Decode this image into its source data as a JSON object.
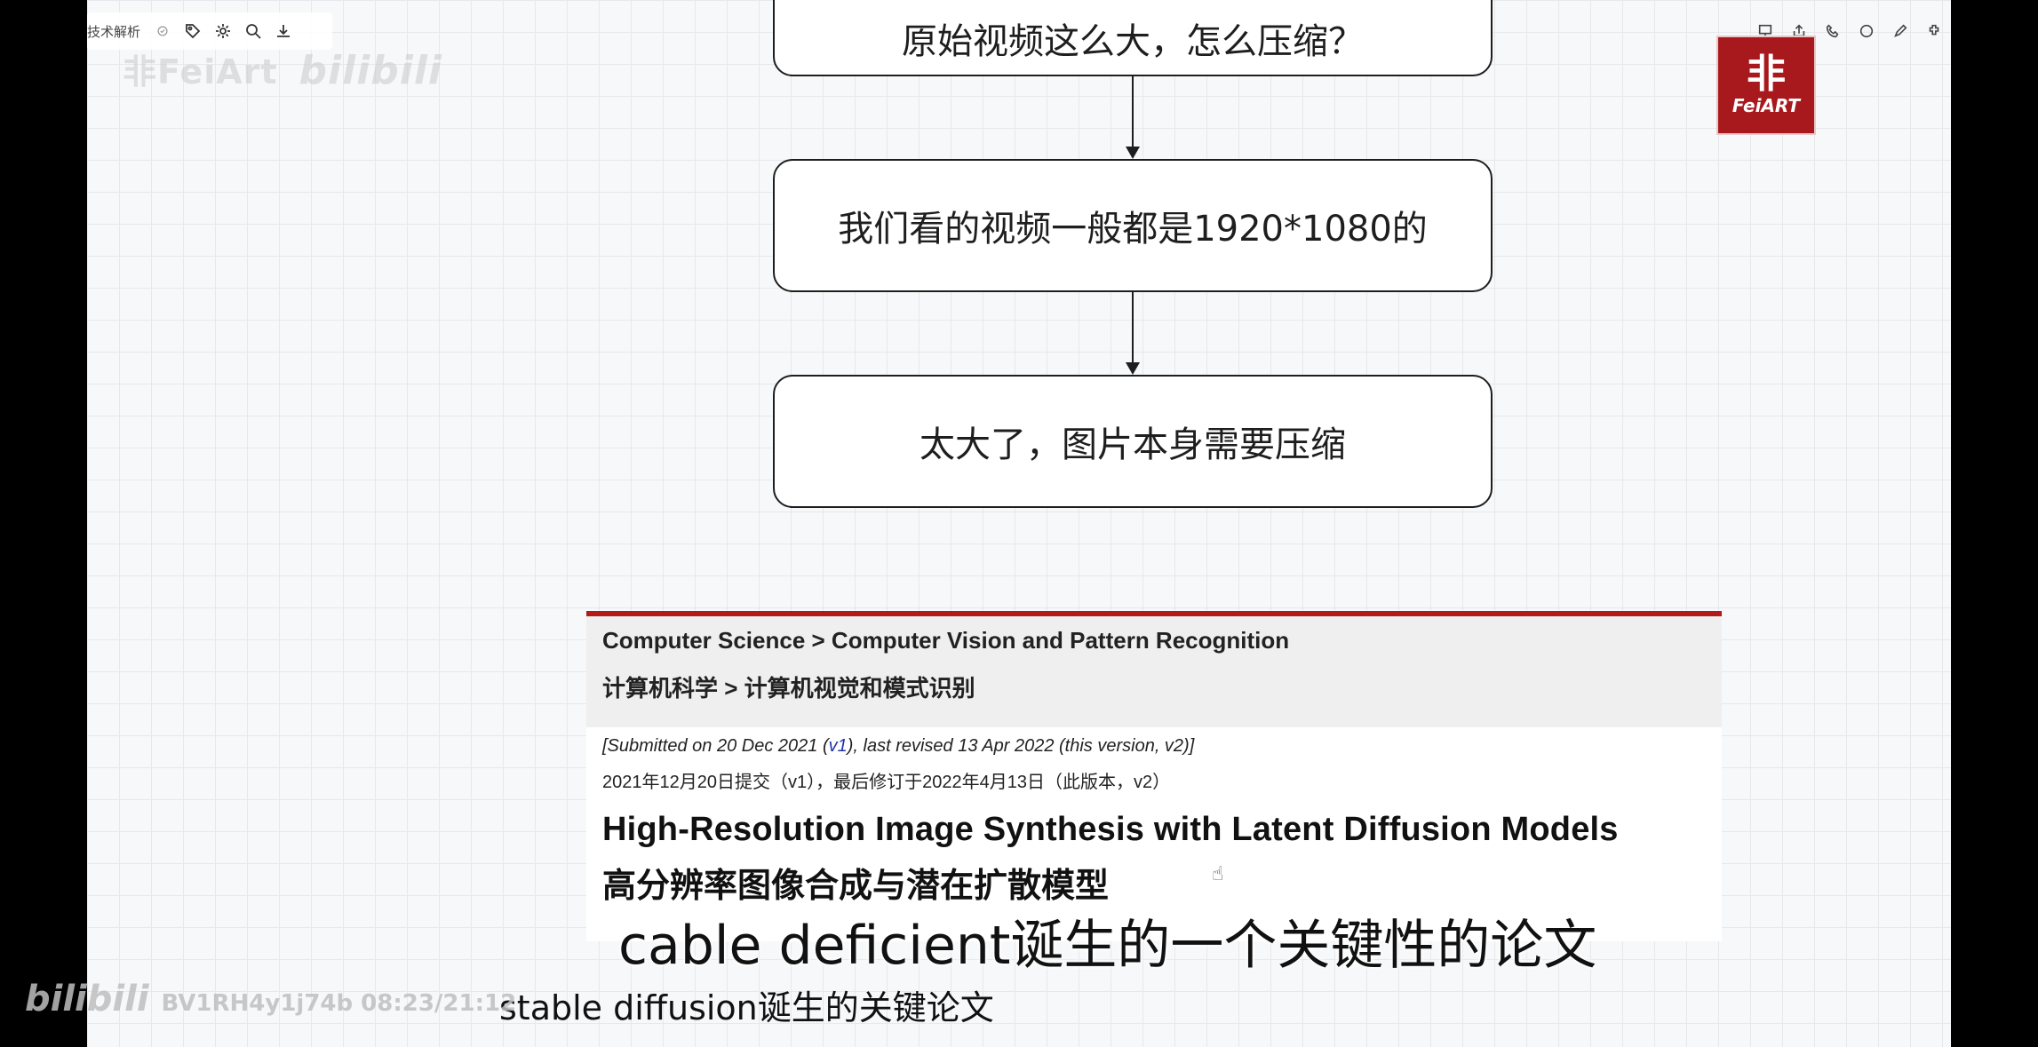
{
  "toolbar": {
    "doc_title": "技术解析",
    "icons": [
      "tag-icon",
      "settings-icon",
      "search-icon",
      "download-icon"
    ]
  },
  "watermark": {
    "brand": "非FeiArt",
    "bili": "bilibili"
  },
  "logo": {
    "glyph": "非",
    "word": "FeiART"
  },
  "flowchart": {
    "nodes": [
      "原始视频这么大，怎么压缩？",
      "我们看的视频一般都是1920*1080的",
      "太大了，图片本身需要压缩"
    ]
  },
  "paper": {
    "breadcrumb_en": "Computer Science > Computer Vision and Pattern Recognition",
    "breadcrumb_zh": "计算机科学 > 计算机视觉和模式识别",
    "submitted_prefix": "[Submitted on 20 Dec 2021 (",
    "submitted_v1": "v1",
    "submitted_suffix": "), last revised 13 Apr 2022 (this version, v2)]",
    "submitted_zh": "2021年12月20日提交（v1），最后修订于2022年4月13日（此版本，v2）",
    "title_en": "High-Resolution Image Synthesis with Latent Diffusion Models",
    "title_zh": "高分辨率图像合成与潜在扩散模型"
  },
  "subtitles": {
    "main": "cable deficient诞生的一个关键性的论文",
    "secondary": "stable diffusion诞生的关键论文"
  },
  "video_stamp": {
    "logo": "bilibili",
    "id_time": "BV1RH4y1j74b 08:23/21:12"
  },
  "colors": {
    "arxiv_red": "#b31b1b",
    "logo_red": "#a8191e"
  }
}
